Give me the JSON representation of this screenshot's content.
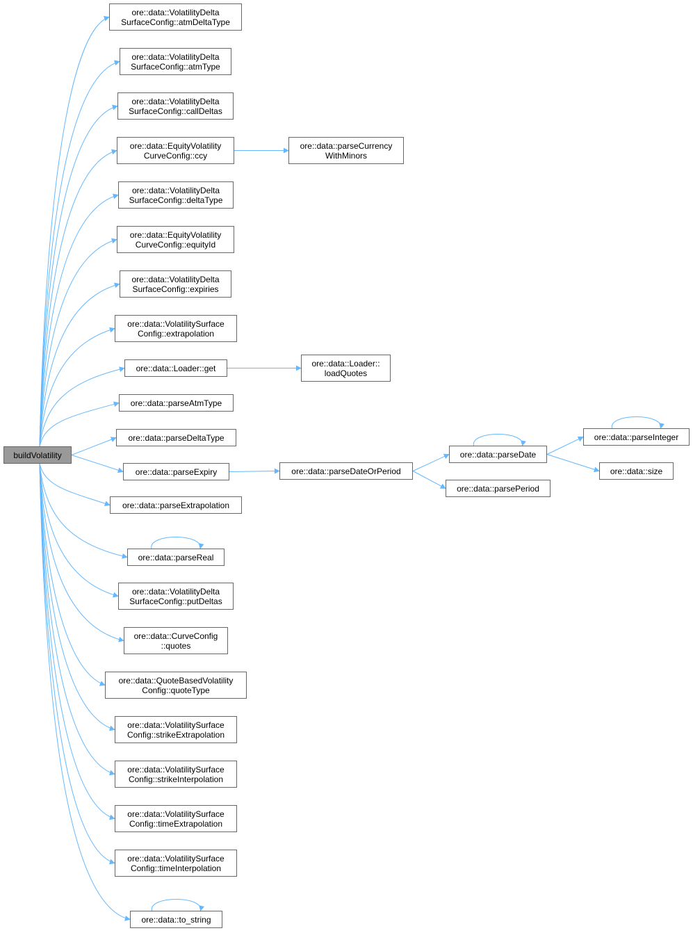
{
  "graph": {
    "colors": {
      "edge": "#63b8ff",
      "root_fill": "#999999",
      "node_border": "#666666",
      "node_fill": "#ffffff"
    },
    "nodes": [
      {
        "id": "buildVolatility",
        "lines": [
          "buildVolatility"
        ],
        "root": true
      },
      {
        "id": "atmDeltaType",
        "lines": [
          "ore::data::VolatilityDelta",
          "SurfaceConfig::atmDeltaType"
        ]
      },
      {
        "id": "atmType",
        "lines": [
          "ore::data::VolatilityDelta",
          "SurfaceConfig::atmType"
        ]
      },
      {
        "id": "callDeltas",
        "lines": [
          "ore::data::VolatilityDelta",
          "SurfaceConfig::callDeltas"
        ]
      },
      {
        "id": "ccy",
        "lines": [
          "ore::data::EquityVolatility",
          "CurveConfig::ccy"
        ]
      },
      {
        "id": "parseCurrencyWithMinors",
        "lines": [
          "ore::data::parseCurrency",
          "WithMinors"
        ]
      },
      {
        "id": "deltaType",
        "lines": [
          "ore::data::VolatilityDelta",
          "SurfaceConfig::deltaType"
        ]
      },
      {
        "id": "equityId",
        "lines": [
          "ore::data::EquityVolatility",
          "CurveConfig::equityId"
        ]
      },
      {
        "id": "expiries",
        "lines": [
          "ore::data::VolatilityDelta",
          "SurfaceConfig::expiries"
        ]
      },
      {
        "id": "extrapolation",
        "lines": [
          "ore::data::VolatilitySurface",
          "Config::extrapolation"
        ]
      },
      {
        "id": "loaderGet",
        "lines": [
          "ore::data::Loader::get"
        ]
      },
      {
        "id": "loadQuotes",
        "lines": [
          "ore::data::Loader::",
          "loadQuotes"
        ]
      },
      {
        "id": "parseAtmType",
        "lines": [
          "ore::data::parseAtmType"
        ]
      },
      {
        "id": "parseDeltaType",
        "lines": [
          "ore::data::parseDeltaType"
        ]
      },
      {
        "id": "parseExpiry",
        "lines": [
          "ore::data::parseExpiry"
        ]
      },
      {
        "id": "parseDateOrPeriod",
        "lines": [
          "ore::data::parseDateOrPeriod"
        ]
      },
      {
        "id": "parseDate",
        "lines": [
          "ore::data::parseDate"
        ]
      },
      {
        "id": "parseInteger",
        "lines": [
          "ore::data::parseInteger"
        ]
      },
      {
        "id": "size",
        "lines": [
          "ore::data::size"
        ]
      },
      {
        "id": "parsePeriod",
        "lines": [
          "ore::data::parsePeriod"
        ]
      },
      {
        "id": "parseExtrapolation",
        "lines": [
          "ore::data::parseExtrapolation"
        ]
      },
      {
        "id": "parseReal",
        "lines": [
          "ore::data::parseReal"
        ]
      },
      {
        "id": "putDeltas",
        "lines": [
          "ore::data::VolatilityDelta",
          "SurfaceConfig::putDeltas"
        ]
      },
      {
        "id": "quotes",
        "lines": [
          "ore::data::CurveConfig",
          "::quotes"
        ]
      },
      {
        "id": "quoteType",
        "lines": [
          "ore::data::QuoteBasedVolatility",
          "Config::quoteType"
        ]
      },
      {
        "id": "strikeExtrapolation",
        "lines": [
          "ore::data::VolatilitySurface",
          "Config::strikeExtrapolation"
        ]
      },
      {
        "id": "strikeInterpolation",
        "lines": [
          "ore::data::VolatilitySurface",
          "Config::strikeInterpolation"
        ]
      },
      {
        "id": "timeExtrapolation",
        "lines": [
          "ore::data::VolatilitySurface",
          "Config::timeExtrapolation"
        ]
      },
      {
        "id": "timeInterpolation",
        "lines": [
          "ore::data::VolatilitySurface",
          "Config::timeInterpolation"
        ]
      },
      {
        "id": "toString",
        "lines": [
          "ore::data::to_string"
        ]
      }
    ],
    "edges": [
      [
        "buildVolatility",
        "atmDeltaType"
      ],
      [
        "buildVolatility",
        "atmType"
      ],
      [
        "buildVolatility",
        "callDeltas"
      ],
      [
        "buildVolatility",
        "ccy"
      ],
      [
        "buildVolatility",
        "deltaType"
      ],
      [
        "buildVolatility",
        "equityId"
      ],
      [
        "buildVolatility",
        "expiries"
      ],
      [
        "buildVolatility",
        "extrapolation"
      ],
      [
        "buildVolatility",
        "loaderGet"
      ],
      [
        "buildVolatility",
        "parseAtmType"
      ],
      [
        "buildVolatility",
        "parseDeltaType"
      ],
      [
        "buildVolatility",
        "parseExpiry"
      ],
      [
        "buildVolatility",
        "parseExtrapolation"
      ],
      [
        "buildVolatility",
        "parseReal"
      ],
      [
        "buildVolatility",
        "putDeltas"
      ],
      [
        "buildVolatility",
        "quotes"
      ],
      [
        "buildVolatility",
        "quoteType"
      ],
      [
        "buildVolatility",
        "strikeExtrapolation"
      ],
      [
        "buildVolatility",
        "strikeInterpolation"
      ],
      [
        "buildVolatility",
        "timeExtrapolation"
      ],
      [
        "buildVolatility",
        "timeInterpolation"
      ],
      [
        "buildVolatility",
        "toString"
      ],
      [
        "ccy",
        "parseCurrencyWithMinors"
      ],
      [
        "loaderGet",
        "loadQuotes"
      ],
      [
        "parseExpiry",
        "parseDateOrPeriod"
      ],
      [
        "parseDateOrPeriod",
        "parseDate"
      ],
      [
        "parseDateOrPeriod",
        "parsePeriod"
      ],
      [
        "parseDate",
        "parseInteger"
      ],
      [
        "parseDate",
        "size"
      ],
      [
        "parseDate",
        "parseDate"
      ],
      [
        "parseInteger",
        "parseInteger"
      ],
      [
        "parseReal",
        "parseReal"
      ],
      [
        "toString",
        "toString"
      ]
    ]
  }
}
